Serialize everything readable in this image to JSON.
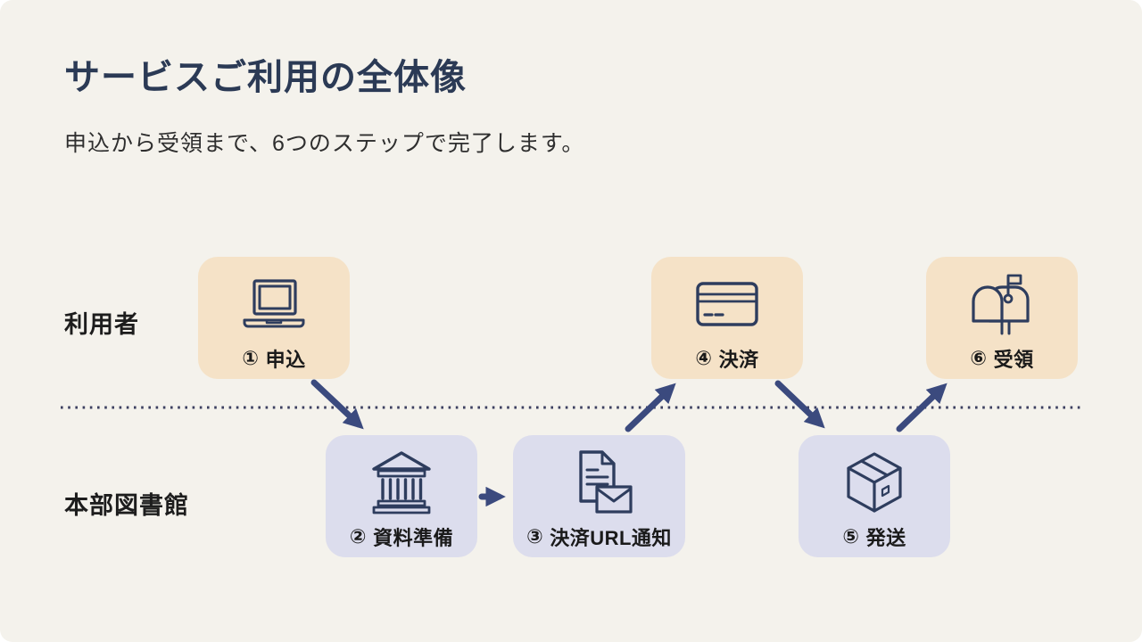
{
  "slide": {
    "title": "サービスご利用の全体像",
    "subtitle": "申込から受領まで、6つのステップで完了します。"
  },
  "lanes": [
    {
      "id": "user",
      "label": "利用者"
    },
    {
      "id": "library",
      "label": "本部図書館"
    }
  ],
  "steps": [
    {
      "number": "①",
      "label": "申込",
      "lane": "user",
      "icon": "laptop-icon"
    },
    {
      "number": "②",
      "label": "資料準備",
      "lane": "library",
      "icon": "bank-icon"
    },
    {
      "number": "③",
      "label": "決済URL通知",
      "lane": "library",
      "icon": "document-mail-icon"
    },
    {
      "number": "④",
      "label": "決済",
      "lane": "user",
      "icon": "credit-card-icon"
    },
    {
      "number": "⑤",
      "label": "発送",
      "lane": "library",
      "icon": "package-icon"
    },
    {
      "number": "⑥",
      "label": "受領",
      "lane": "user",
      "icon": "mailbox-icon"
    }
  ],
  "colors": {
    "background": "#f4f2ec",
    "user_card": "#f5e2c7",
    "library_card": "#dcdded",
    "arrow": "#3b4a7e",
    "divider": "#3c4060",
    "title_text": "#2b3a55",
    "body_text": "#2e2e2e",
    "icon_stroke": "#2e3d5e"
  }
}
